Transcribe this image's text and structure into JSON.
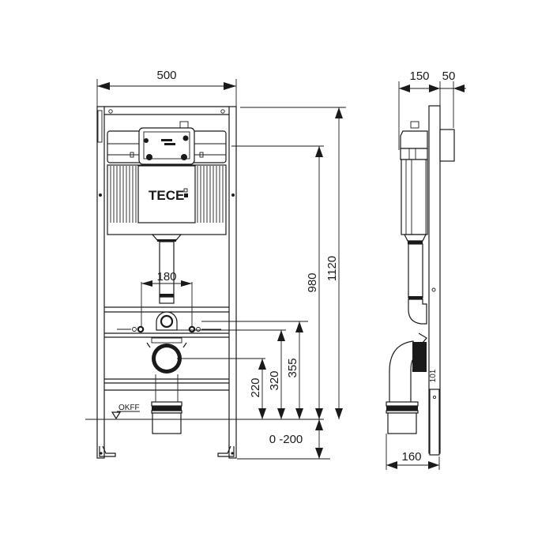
{
  "drawing": {
    "brand": "TECE",
    "floor_label": "OKFF",
    "front_view": {
      "width_dim": "500",
      "drain_spacing_dim": "180",
      "height_dims": [
        "220",
        "320",
        "355",
        "980",
        "1120"
      ],
      "adjust_dim": "0 -200"
    },
    "side_view": {
      "depth_dim": "150",
      "panel_dim": "50",
      "outlet_dim": "160"
    }
  }
}
